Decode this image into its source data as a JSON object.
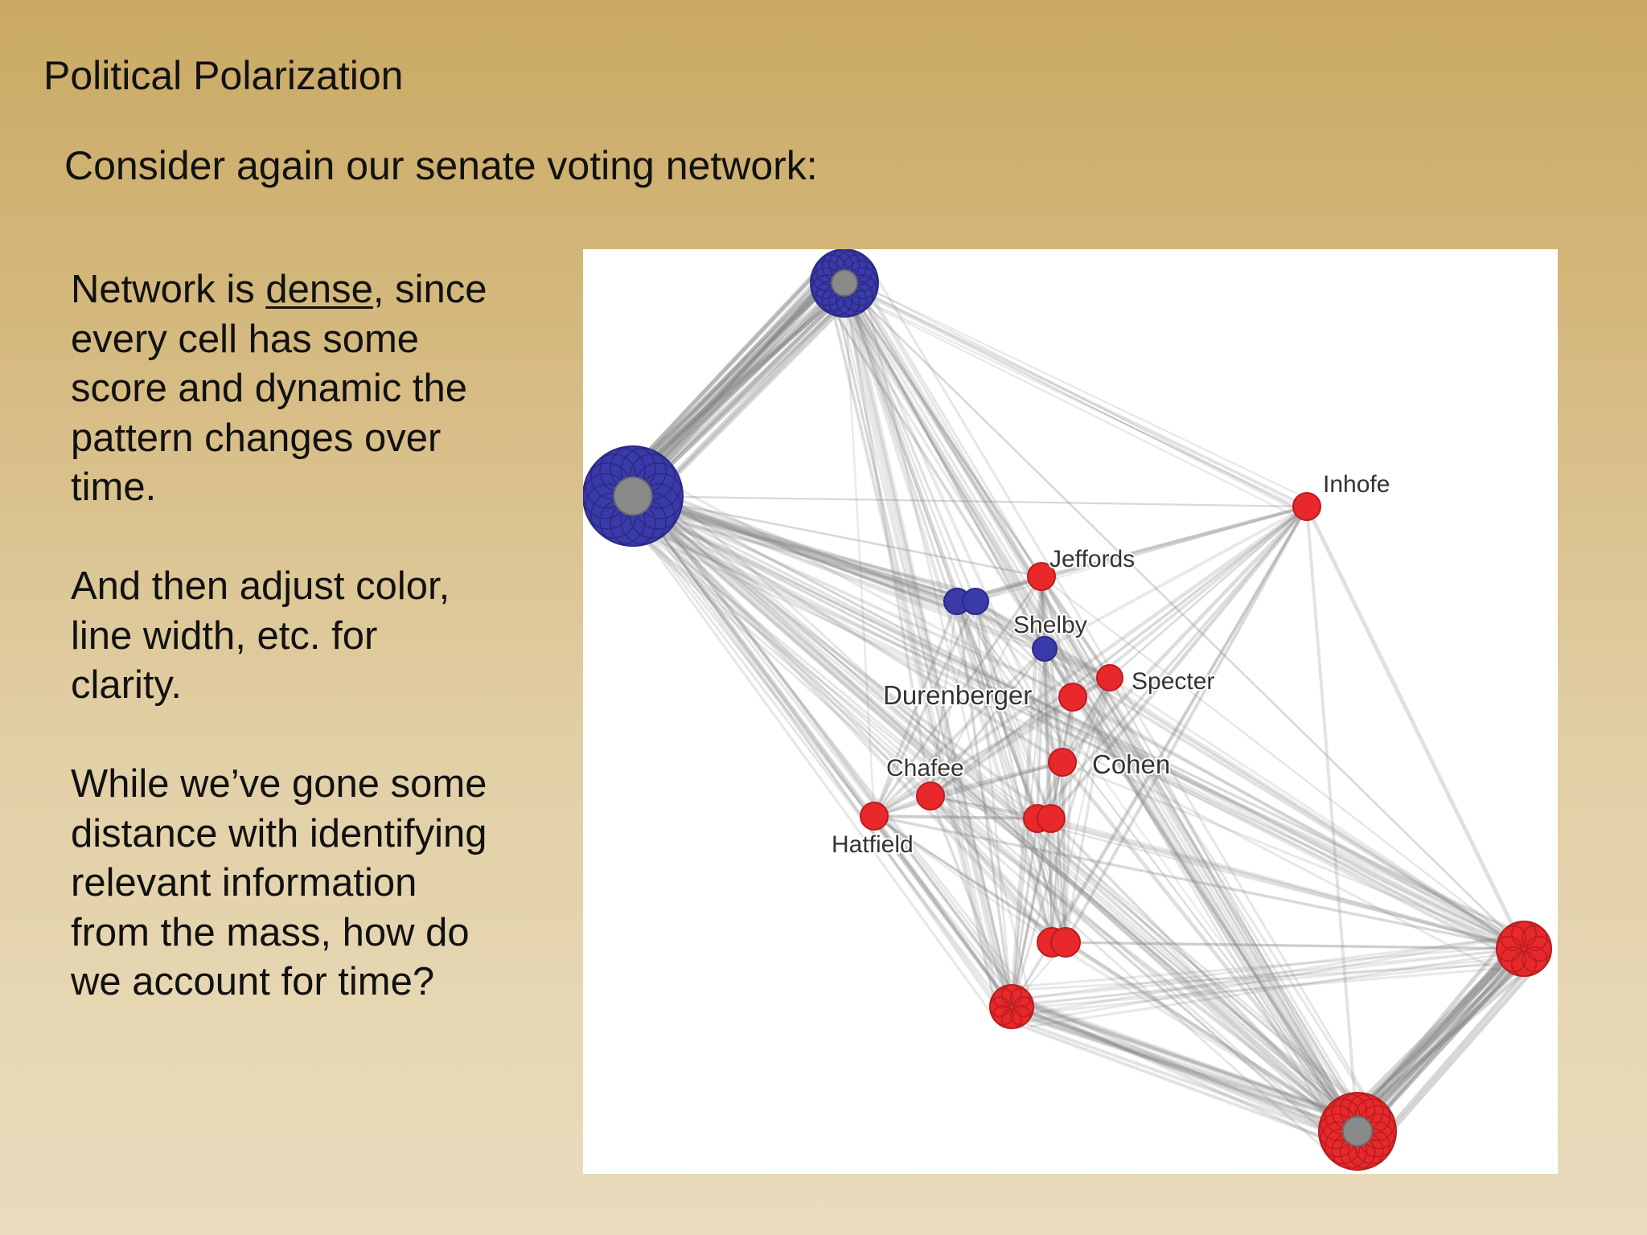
{
  "slide": {
    "title": "Political Polarization",
    "subtitle": "Consider again our senate voting network:"
  },
  "body": {
    "para1": {
      "l1_pre": "Network is ",
      "l1_underlined": "dense",
      "l1_post": ", since",
      "l2": "every cell has some",
      "l3": "score  and dynamic the",
      "l4": "pattern changes over",
      "l5": "time."
    },
    "para2": {
      "l1": "And then adjust color,",
      "l2": "line width, etc. for",
      "l3": "clarity."
    },
    "para3": {
      "l1": "While we’ve gone some",
      "l2": "distance with identifying",
      "l3": "relevant information",
      "l4": "from the mass, how do",
      "l5": "we account for time?"
    }
  },
  "network": {
    "colors": {
      "democrat_blue": "#3a3aa8",
      "republican_red": "#e8282b",
      "edge_gray": "#808080"
    },
    "labels": {
      "inhofe": "Inhofe",
      "jeffords": "Jeffords",
      "shelby": "Shelby",
      "specter": "Specter",
      "durenberger": "Durenberger",
      "cohen": "Cohen",
      "chafee": "Chafee",
      "hatfield": "Hatfield"
    }
  }
}
